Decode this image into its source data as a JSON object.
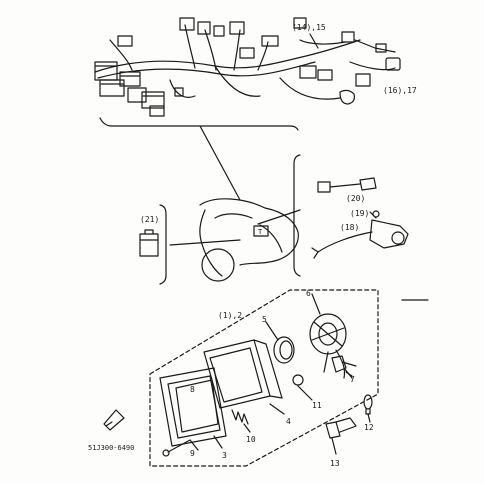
{
  "labels": {
    "l14_15": "(14),15",
    "l16_17": "(16),17",
    "l20": "(20)",
    "l19": "(19)",
    "l18": "(18)",
    "l21": "(21)",
    "l1_2": "(1),2",
    "l3": "3",
    "l4": "4",
    "l5": "5",
    "l6": "6",
    "l7": "7",
    "l8": "8",
    "l9": "9",
    "l10": "10",
    "l11": "11",
    "l12": "12",
    "l13": "13"
  },
  "doc_code": "51J300-6490",
  "colors": {
    "ink": "#1a1a1a",
    "paper": "#fdfdfb"
  }
}
